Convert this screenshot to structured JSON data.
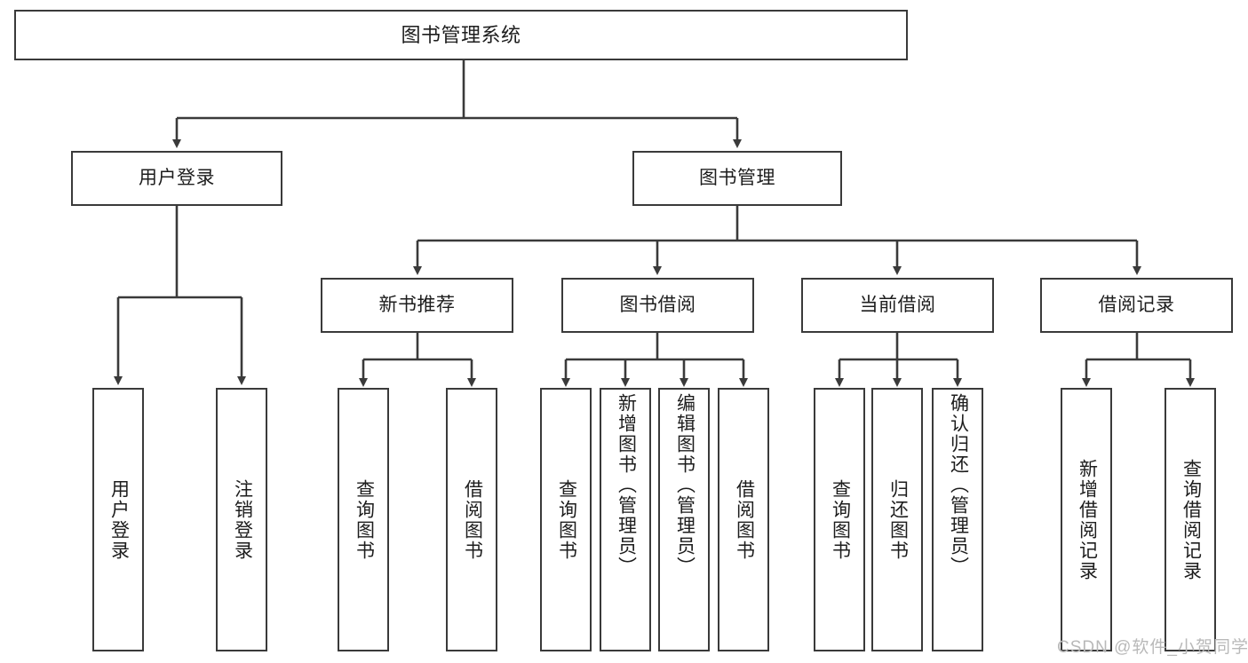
{
  "diagram": {
    "type": "tree-hierarchy",
    "root": {
      "label": "图书管理系统"
    },
    "level2": [
      {
        "label": "用户登录"
      },
      {
        "label": "图书管理"
      }
    ],
    "level3": [
      {
        "label": "新书推荐"
      },
      {
        "label": "图书借阅"
      },
      {
        "label": "当前借阅"
      },
      {
        "label": "借阅记录"
      }
    ],
    "leaves": {
      "user_login": [
        {
          "label": "用户登录"
        },
        {
          "label": "注销登录"
        }
      ],
      "new_book_recommend": [
        {
          "label": "查询图书"
        },
        {
          "label": "借阅图书"
        }
      ],
      "book_borrow": [
        {
          "label": "查询图书"
        },
        {
          "label": "新增图书（管理员）"
        },
        {
          "label": "编辑图书（管理员）"
        },
        {
          "label": "借阅图书"
        }
      ],
      "current_borrow": [
        {
          "label": "查询图书"
        },
        {
          "label": "归还图书"
        },
        {
          "label": "确认归还（管理员）"
        }
      ],
      "borrow_record": [
        {
          "label": "新增借阅记录"
        },
        {
          "label": "查询借阅记录"
        }
      ]
    }
  },
  "watermark": {
    "text": "CSDN @软件_小贺同学"
  },
  "colors": {
    "background": "#ffffff",
    "stroke": "#3a3a3a",
    "text": "#1d1d1d",
    "watermark": "#b9b9b9"
  }
}
